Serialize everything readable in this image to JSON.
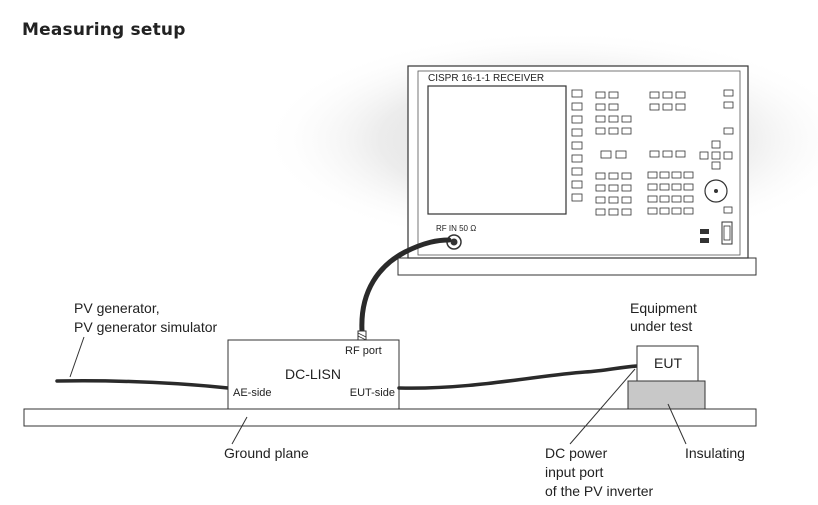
{
  "title": "Measuring setup",
  "receiver": {
    "name": "CISPR 16-1-1 RECEIVER",
    "rf_input_label": "RF IN 50 Ω"
  },
  "lisn": {
    "name": "DC-LISN",
    "rf_port_label": "RF port",
    "ae_side_label": "AE-side",
    "eut_side_label": "EUT-side"
  },
  "eut": {
    "box_label": "EUT",
    "caption_line1": "Equipment",
    "caption_line2": "under test"
  },
  "labels": {
    "pv_line1": "PV generator,",
    "pv_line2": "PV generator simulator",
    "ground_plane": "Ground plane",
    "dc_line1": "DC power",
    "dc_line2": "input port",
    "dc_line3": "of the PV inverter",
    "insulating": "Insulating"
  },
  "colors": {
    "cable": "#2a2a2a",
    "insulator": "#c8c8c8",
    "outline": "#333333",
    "shadow": "#e4e4e4"
  }
}
